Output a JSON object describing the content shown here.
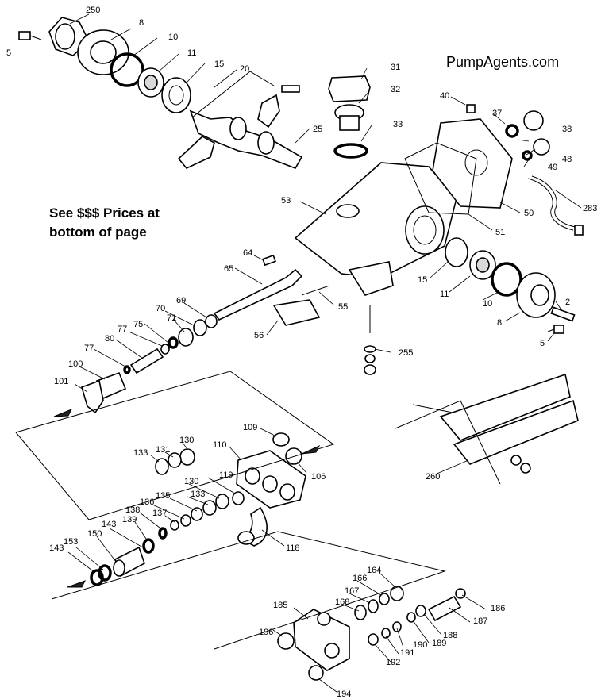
{
  "watermark": "PumpAgents.com",
  "note": {
    "line1": "See $$$ Prices at",
    "line2": "bottom of page"
  },
  "labels": {
    "p250": "250",
    "p8a": "8",
    "p5a": "5",
    "p10a": "10",
    "p11a": "11",
    "p15a": "15",
    "p20": "20",
    "p31": "31",
    "p32": "32",
    "p33": "33",
    "p25": "25",
    "p40": "40",
    "p37": "37",
    "p38": "38",
    "p48": "48",
    "p49": "49",
    "p50": "50",
    "p283": "283",
    "p53": "53",
    "p51": "51",
    "p15b": "15",
    "p11b": "11",
    "p10b": "10",
    "p8b": "8",
    "p2": "2",
    "p5b": "5",
    "p64": "64",
    "p65": "65",
    "p55": "55",
    "p56": "56",
    "p255": "255",
    "p69": "69",
    "p70": "70",
    "p71": "71",
    "p75": "75",
    "p77a": "77",
    "p80": "80",
    "p77b": "77",
    "p100": "100",
    "p101": "101",
    "p109": "109",
    "p110": "110",
    "p106": "106",
    "p130a": "130",
    "p133a": "133",
    "p131": "131",
    "p119": "119",
    "p130b": "130",
    "p135": "135",
    "p133b": "133",
    "p136": "136",
    "p137": "137",
    "p138": "138",
    "p139": "139",
    "p143a": "143",
    "p150": "150",
    "p153": "153",
    "p143b": "143",
    "p118": "118",
    "p260": "260",
    "p164": "164",
    "p166": "166",
    "p167": "167",
    "p168": "168",
    "p185": "185",
    "p186": "186",
    "p187": "187",
    "p188": "188",
    "p189": "189",
    "p190": "190",
    "p191": "191",
    "p192": "192",
    "p196": "196",
    "p194": "194"
  }
}
